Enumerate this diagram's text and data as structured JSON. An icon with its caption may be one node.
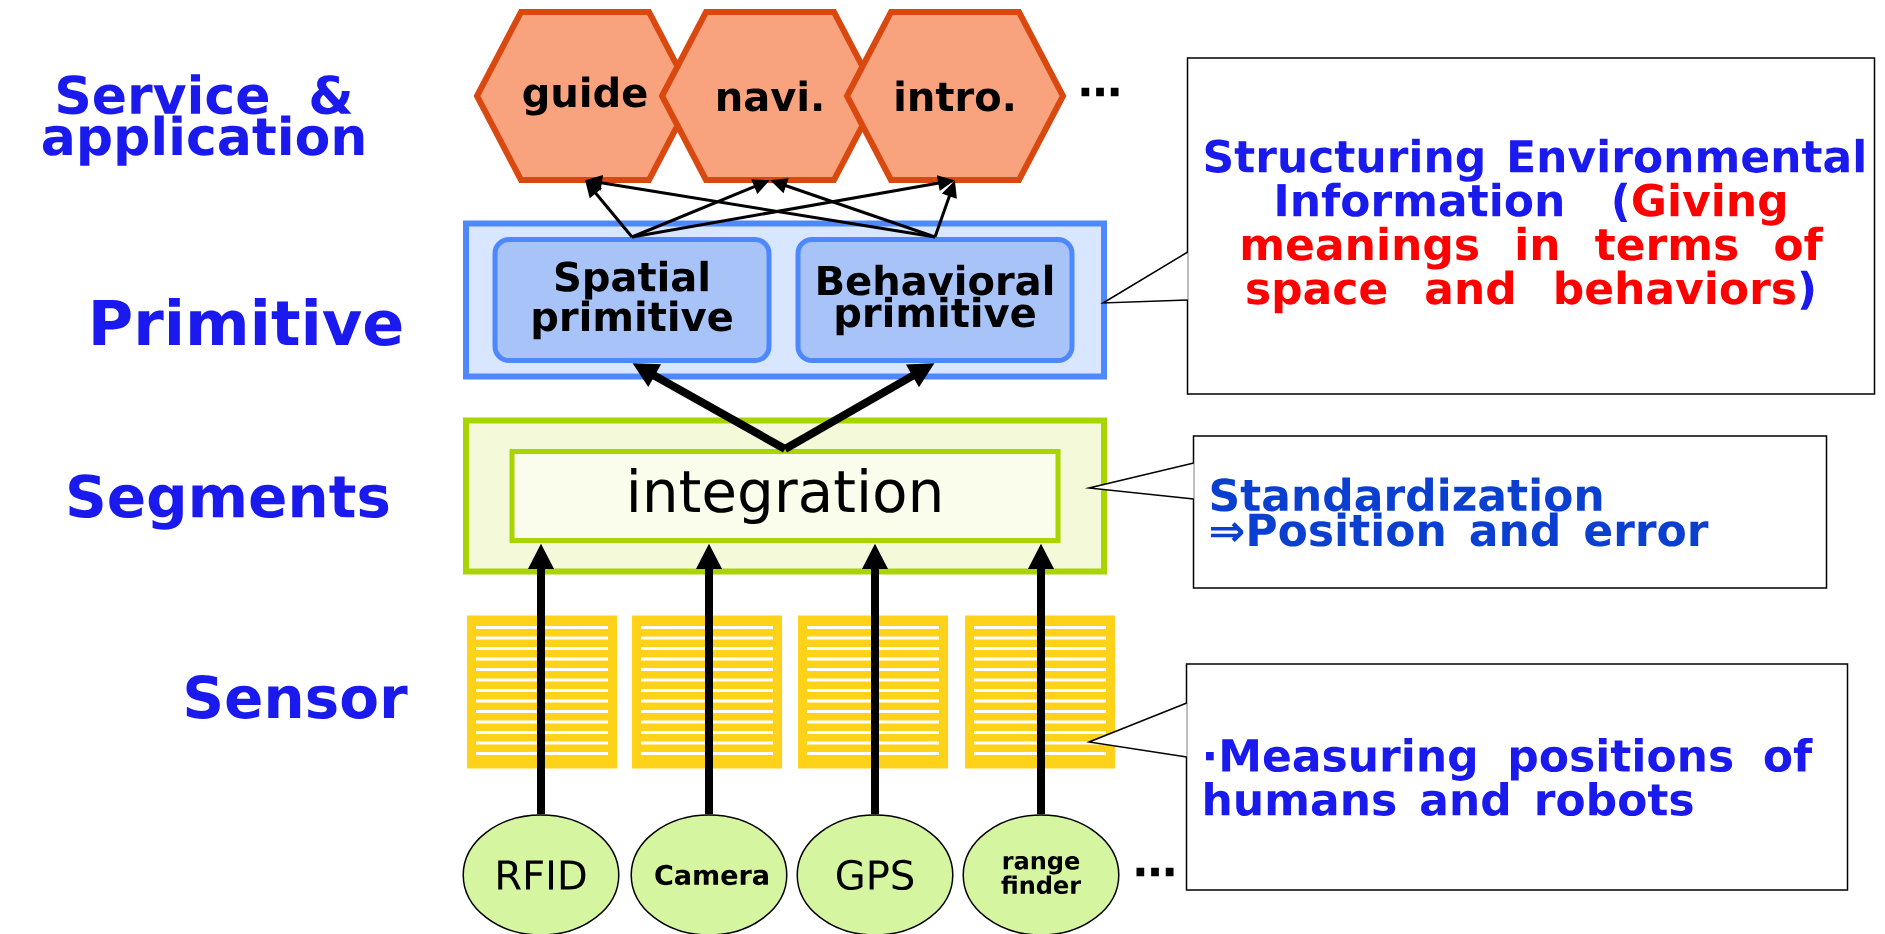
{
  "diagram": {
    "nodes": [
      {
        "text": [
          "guide"
        ]
      },
      {
        "text": [
          "navi."
        ]
      },
      {
        "text": [
          "intro."
        ]
      },
      {
        "text": [],
        "shape": "box"
      },
      {
        "text": [
          "Spatial primitive"
        ],
        "in": 3
      },
      {
        "text": [
          "Behavioral primitive"
        ],
        "in": 3
      },
      {
        "text": [
          "Structuring Environmental Information (",
          "Giving meanings in terms of space and behaviors",
          ")"
        ]
      },
      {
        "text": [],
        "shape": "box"
      },
      {
        "text": [
          "integration"
        ],
        "in": 7
      },
      {
        "text": [
          "Standardization ⇒Position and error"
        ]
      },
      {
        "text": [
          "·Measuring positions of humans and robots"
        ]
      },
      {
        "text": [
          "RFID"
        ]
      },
      {
        "text": [
          "Camera"
        ]
      },
      {
        "text": [
          "GPS"
        ]
      },
      {
        "text": [
          "range finder"
        ]
      }
    ],
    "edges": [
      {
        "from": 11,
        "to": 8,
        "arrow": "to",
        "style": "thick"
      },
      {
        "from": 12,
        "to": 8,
        "arrow": "to",
        "style": "thick"
      },
      {
        "from": 13,
        "to": 8,
        "arrow": "to",
        "style": "thick"
      },
      {
        "from": 14,
        "to": 8,
        "arrow": "to",
        "style": "thick"
      },
      {
        "from": 8,
        "to": 4,
        "arrow": "to",
        "style": "thick"
      },
      {
        "from": 8,
        "to": 5,
        "arrow": "to",
        "style": "thick"
      },
      {
        "from": 4,
        "to": 0,
        "arrow": "to"
      },
      {
        "from": 4,
        "to": 1,
        "arrow": "to"
      },
      {
        "from": 4,
        "to": 2,
        "arrow": "to"
      },
      {
        "from": 5,
        "to": 0,
        "arrow": "to"
      },
      {
        "from": 5,
        "to": 1,
        "arrow": "to"
      },
      {
        "from": 5,
        "to": 2,
        "arrow": "to"
      },
      {
        "from": 6,
        "to": 3,
        "arrow": "to"
      },
      {
        "from": 9,
        "to": 7,
        "arrow": "to"
      },
      {
        "from": 10,
        "to": null,
        "arrow": "to"
      }
    ],
    "labels": [
      "Service & application",
      "Primitive",
      "Segments",
      "Sensor",
      "…",
      "…"
    ]
  }
}
